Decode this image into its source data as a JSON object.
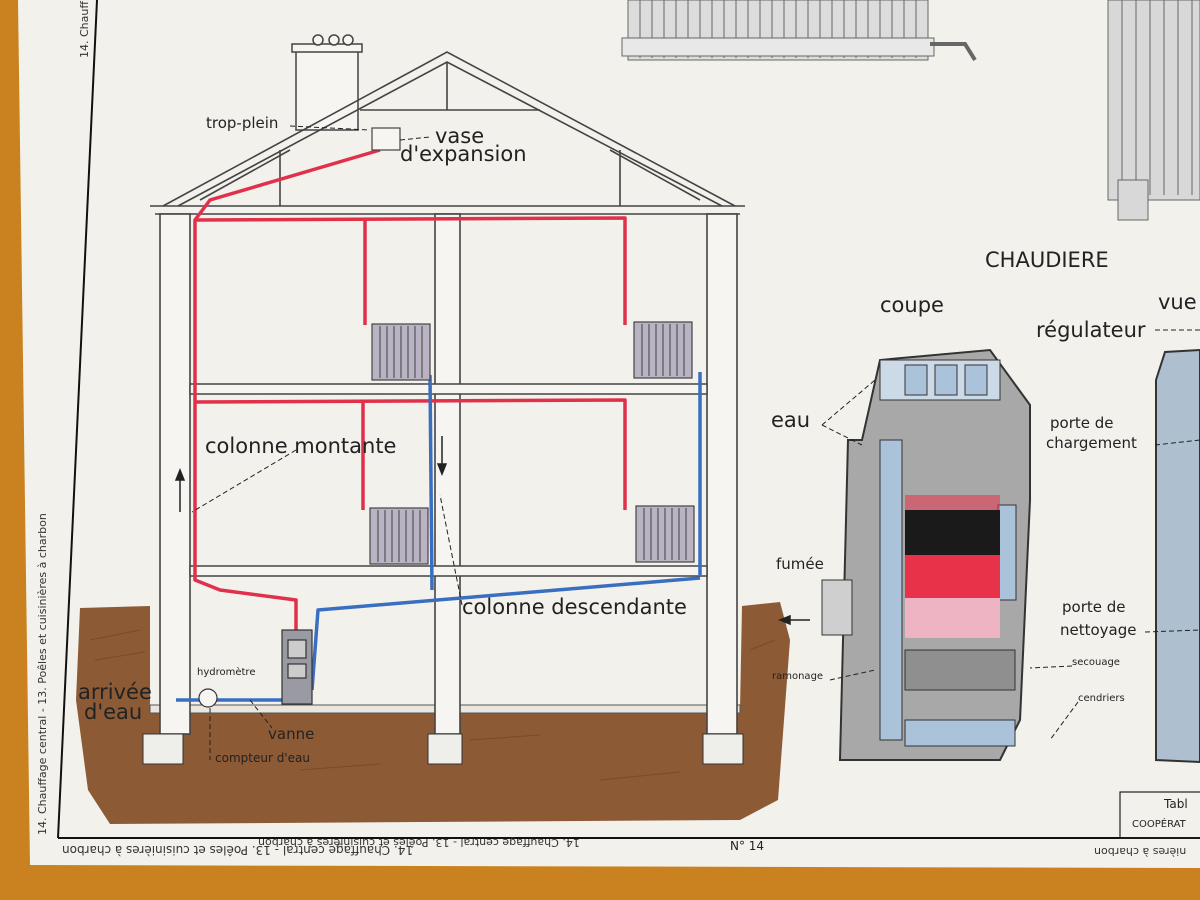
{
  "poster": {
    "side_title": "14. Chauffage central  -  13. Poêles et cuisinières à charbon",
    "top_left_tab": "14. Chauff",
    "bottom_flipped": "14. Chauffage central  -  13. Poêles et cuisinières à charbon",
    "bottom_flipped_right": "nières à charbon",
    "number": "N° 14",
    "corner_1": "Tabl",
    "corner_2": "COOPÉRAT"
  },
  "house": {
    "trop_plein": "trop-plein",
    "vase_line1": "vase",
    "vase_line2": "d'expansion",
    "colonne_montante": "colonne montante",
    "colonne_descendante": "colonne descendante",
    "hydrometre": "hydromètre",
    "arrivee_line1": "arrivée",
    "arrivee_line2": "d'eau",
    "vanne": "vanne",
    "compteur": "compteur d'eau"
  },
  "boiler": {
    "title": "CHAUDIERE",
    "coupe": "coupe",
    "vue": "vue",
    "regulateur": "régulateur",
    "eau": "eau",
    "porte_chargement_1": "porte de",
    "porte_chargement_2": "chargement",
    "fumee": "fumée",
    "porte_nettoyage_1": "porte de",
    "porte_nettoyage_2": "nettoyage",
    "ramonage": "ramonage",
    "secouage": "secouage",
    "cendriers": "cendriers"
  },
  "colors": {
    "hot": "#e0304a",
    "cold": "#3a6ec0",
    "soil": "#8c5a35",
    "paper": "#f2f1ec",
    "frame": "#c9821f"
  }
}
